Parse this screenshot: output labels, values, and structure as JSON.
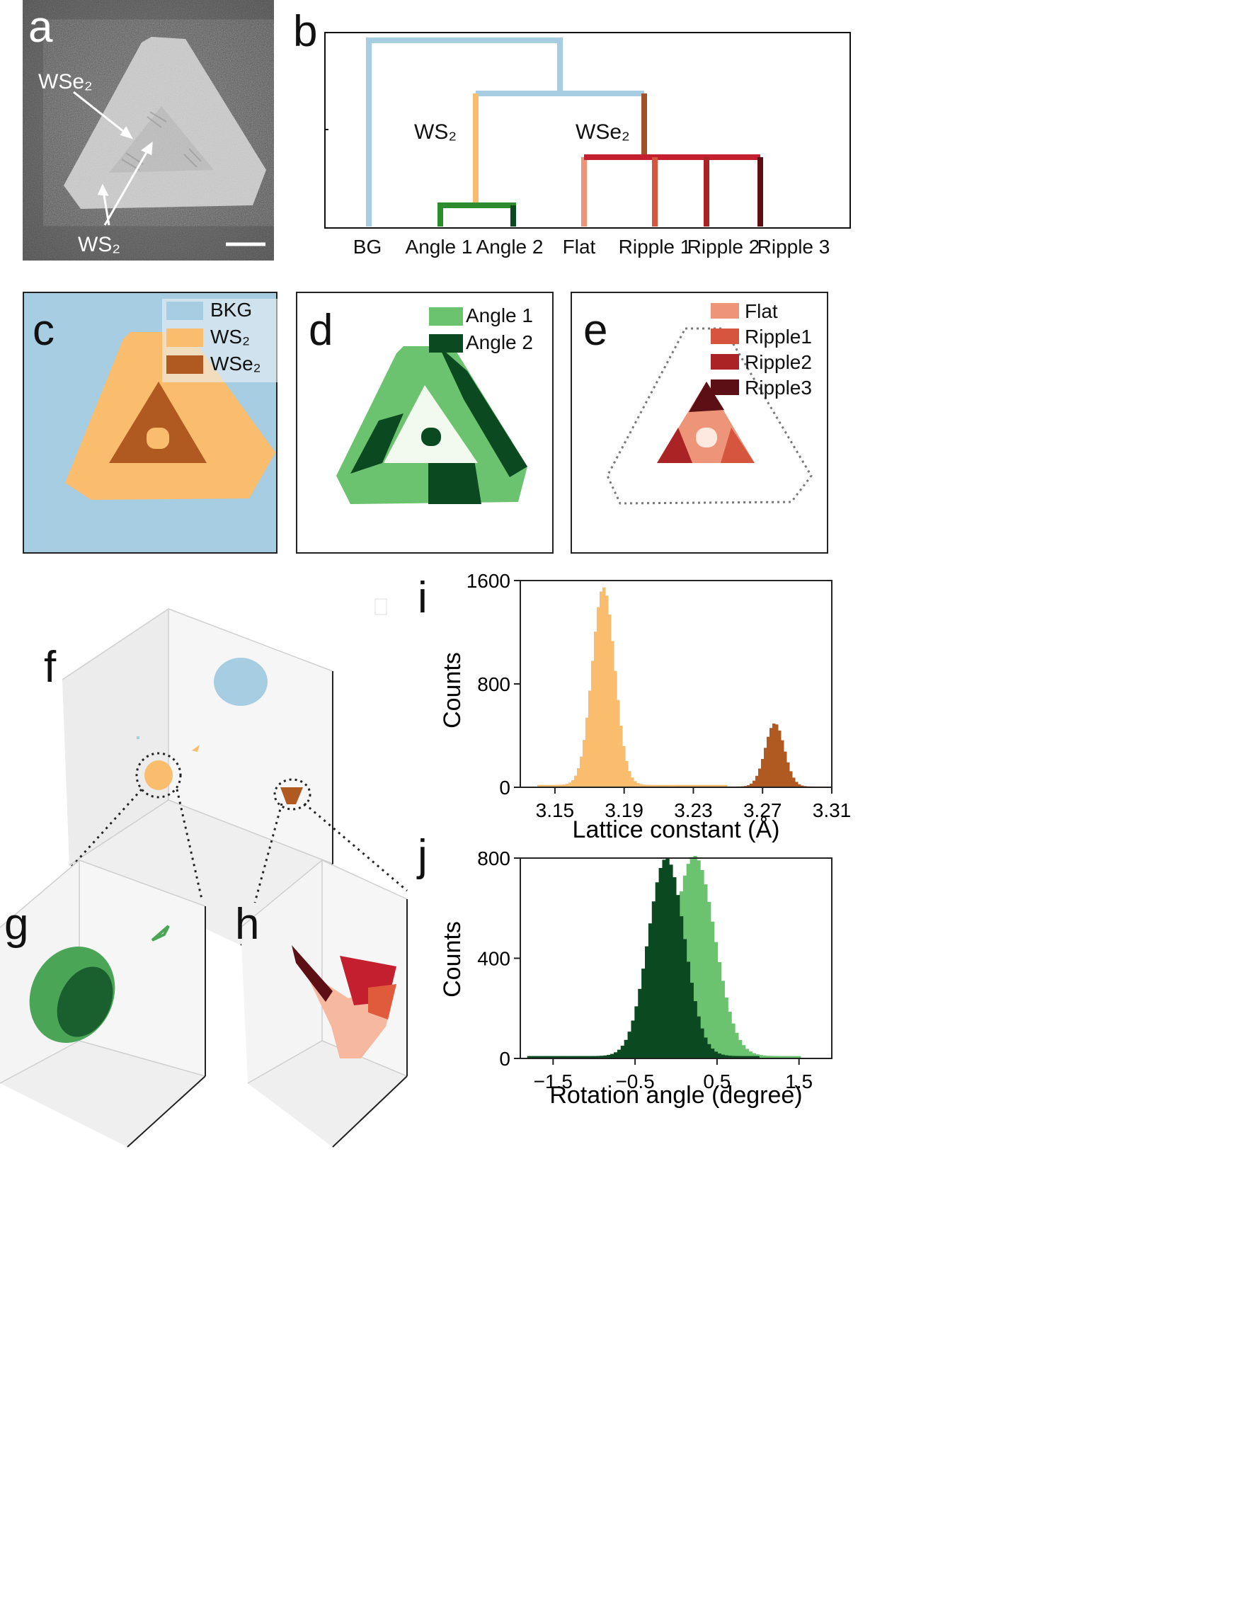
{
  "panels": {
    "a": {
      "letter": "a",
      "labels": {
        "wse2": "WSe₂",
        "ws2": "WS₂"
      }
    },
    "b": {
      "letter": "b",
      "branch_labels": {
        "ws2": "WS₂",
        "wse2": "WSe₂"
      },
      "leaves": [
        "BG",
        "Angle 1",
        "Angle 2",
        "Flat",
        "Ripple 1",
        "Ripple 2",
        "Ripple 3"
      ]
    },
    "c": {
      "letter": "c",
      "legend": [
        {
          "label": "BKG",
          "color": "#a6cde1"
        },
        {
          "label": "WS₂",
          "color": "#f9bd6d"
        },
        {
          "label": "WSe₂",
          "color": "#b05a22"
        }
      ]
    },
    "d": {
      "letter": "d",
      "legend": [
        {
          "label": "Angle 1",
          "color": "#6cc36f"
        },
        {
          "label": "Angle 2",
          "color": "#0b4a21"
        }
      ]
    },
    "e": {
      "letter": "e",
      "legend": [
        {
          "label": "Flat",
          "color": "#ee9479"
        },
        {
          "label": "Ripple1",
          "color": "#d6553f"
        },
        {
          "label": "Ripple2",
          "color": "#aa2426"
        },
        {
          "label": "Ripple3",
          "color": "#5c0f14"
        }
      ]
    },
    "f": {
      "letter": "f"
    },
    "g": {
      "letter": "g"
    },
    "h": {
      "letter": "h"
    },
    "i": {
      "letter": "i"
    },
    "j": {
      "letter": "j"
    }
  },
  "chart_data": [
    {
      "id": "i",
      "type": "bar",
      "xlabel": "Lattice constant (Å)",
      "ylabel": "Counts",
      "xlim": [
        3.13,
        3.31
      ],
      "ylim": [
        0,
        1600
      ],
      "xticks": [
        "3.15",
        "3.19",
        "3.23",
        "3.27",
        "3.31"
      ],
      "xtick_values": [
        3.15,
        3.19,
        3.23,
        3.27,
        3.31
      ],
      "yticks": [
        "0",
        "800",
        "1600"
      ],
      "ytick_values": [
        0,
        800,
        1600
      ],
      "series": [
        {
          "color": "#f9bd6d",
          "center": 3.178,
          "sigma": 0.0065,
          "peak": 1530,
          "xmin": 3.14,
          "xmax": 3.25
        },
        {
          "color": "#b05a22",
          "center": 3.277,
          "sigma": 0.0055,
          "peak": 490,
          "xmin": 3.22,
          "xmax": 3.31
        }
      ]
    },
    {
      "id": "j",
      "type": "bar",
      "xlabel": "Rotation angle (degree)",
      "ylabel": "Counts",
      "xlim": [
        -1.9,
        1.9
      ],
      "ylim": [
        0,
        800
      ],
      "xticks": [
        "−1.5",
        "−0.5",
        "0.5",
        "1.5"
      ],
      "xtick_values": [
        -1.5,
        -0.5,
        0.5,
        1.5
      ],
      "yticks": [
        "0",
        "400",
        "800"
      ],
      "ytick_values": [
        0,
        400,
        800
      ],
      "series": [
        {
          "color": "#6cc36f",
          "center": 0.22,
          "sigma": 0.25,
          "peak": 800,
          "xmin": -1.8,
          "xmax": 1.5
        },
        {
          "color": "#0b4a21",
          "center": -0.12,
          "sigma": 0.22,
          "peak": 790,
          "xmin": -1.8,
          "xmax": 1.0
        }
      ]
    }
  ]
}
